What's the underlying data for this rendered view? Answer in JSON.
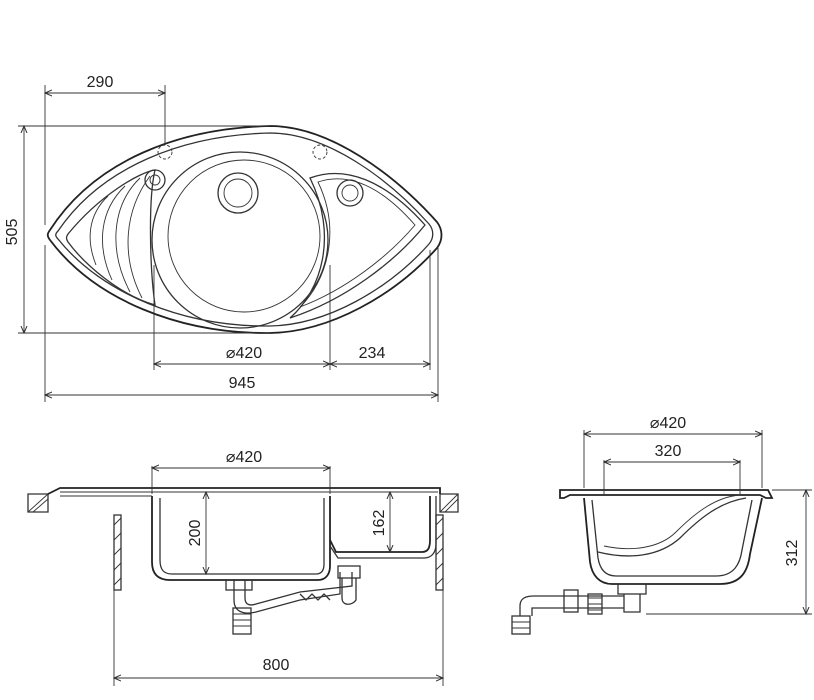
{
  "top_view": {
    "dim_width_tap": "290",
    "dim_height": "505",
    "dim_bowl_diameter": "⌀420",
    "dim_drainer": "234",
    "dim_total_width": "945"
  },
  "front_section": {
    "dim_bowl_diameter": "⌀420",
    "dim_bowl_depth": "200",
    "dim_small_depth": "162",
    "dim_cabinet_width": "800"
  },
  "side_section": {
    "dim_outer_diameter": "⌀420",
    "dim_inner_width": "320",
    "dim_total_height": "312"
  },
  "colors": {
    "line": "#333333",
    "background": "#ffffff"
  }
}
